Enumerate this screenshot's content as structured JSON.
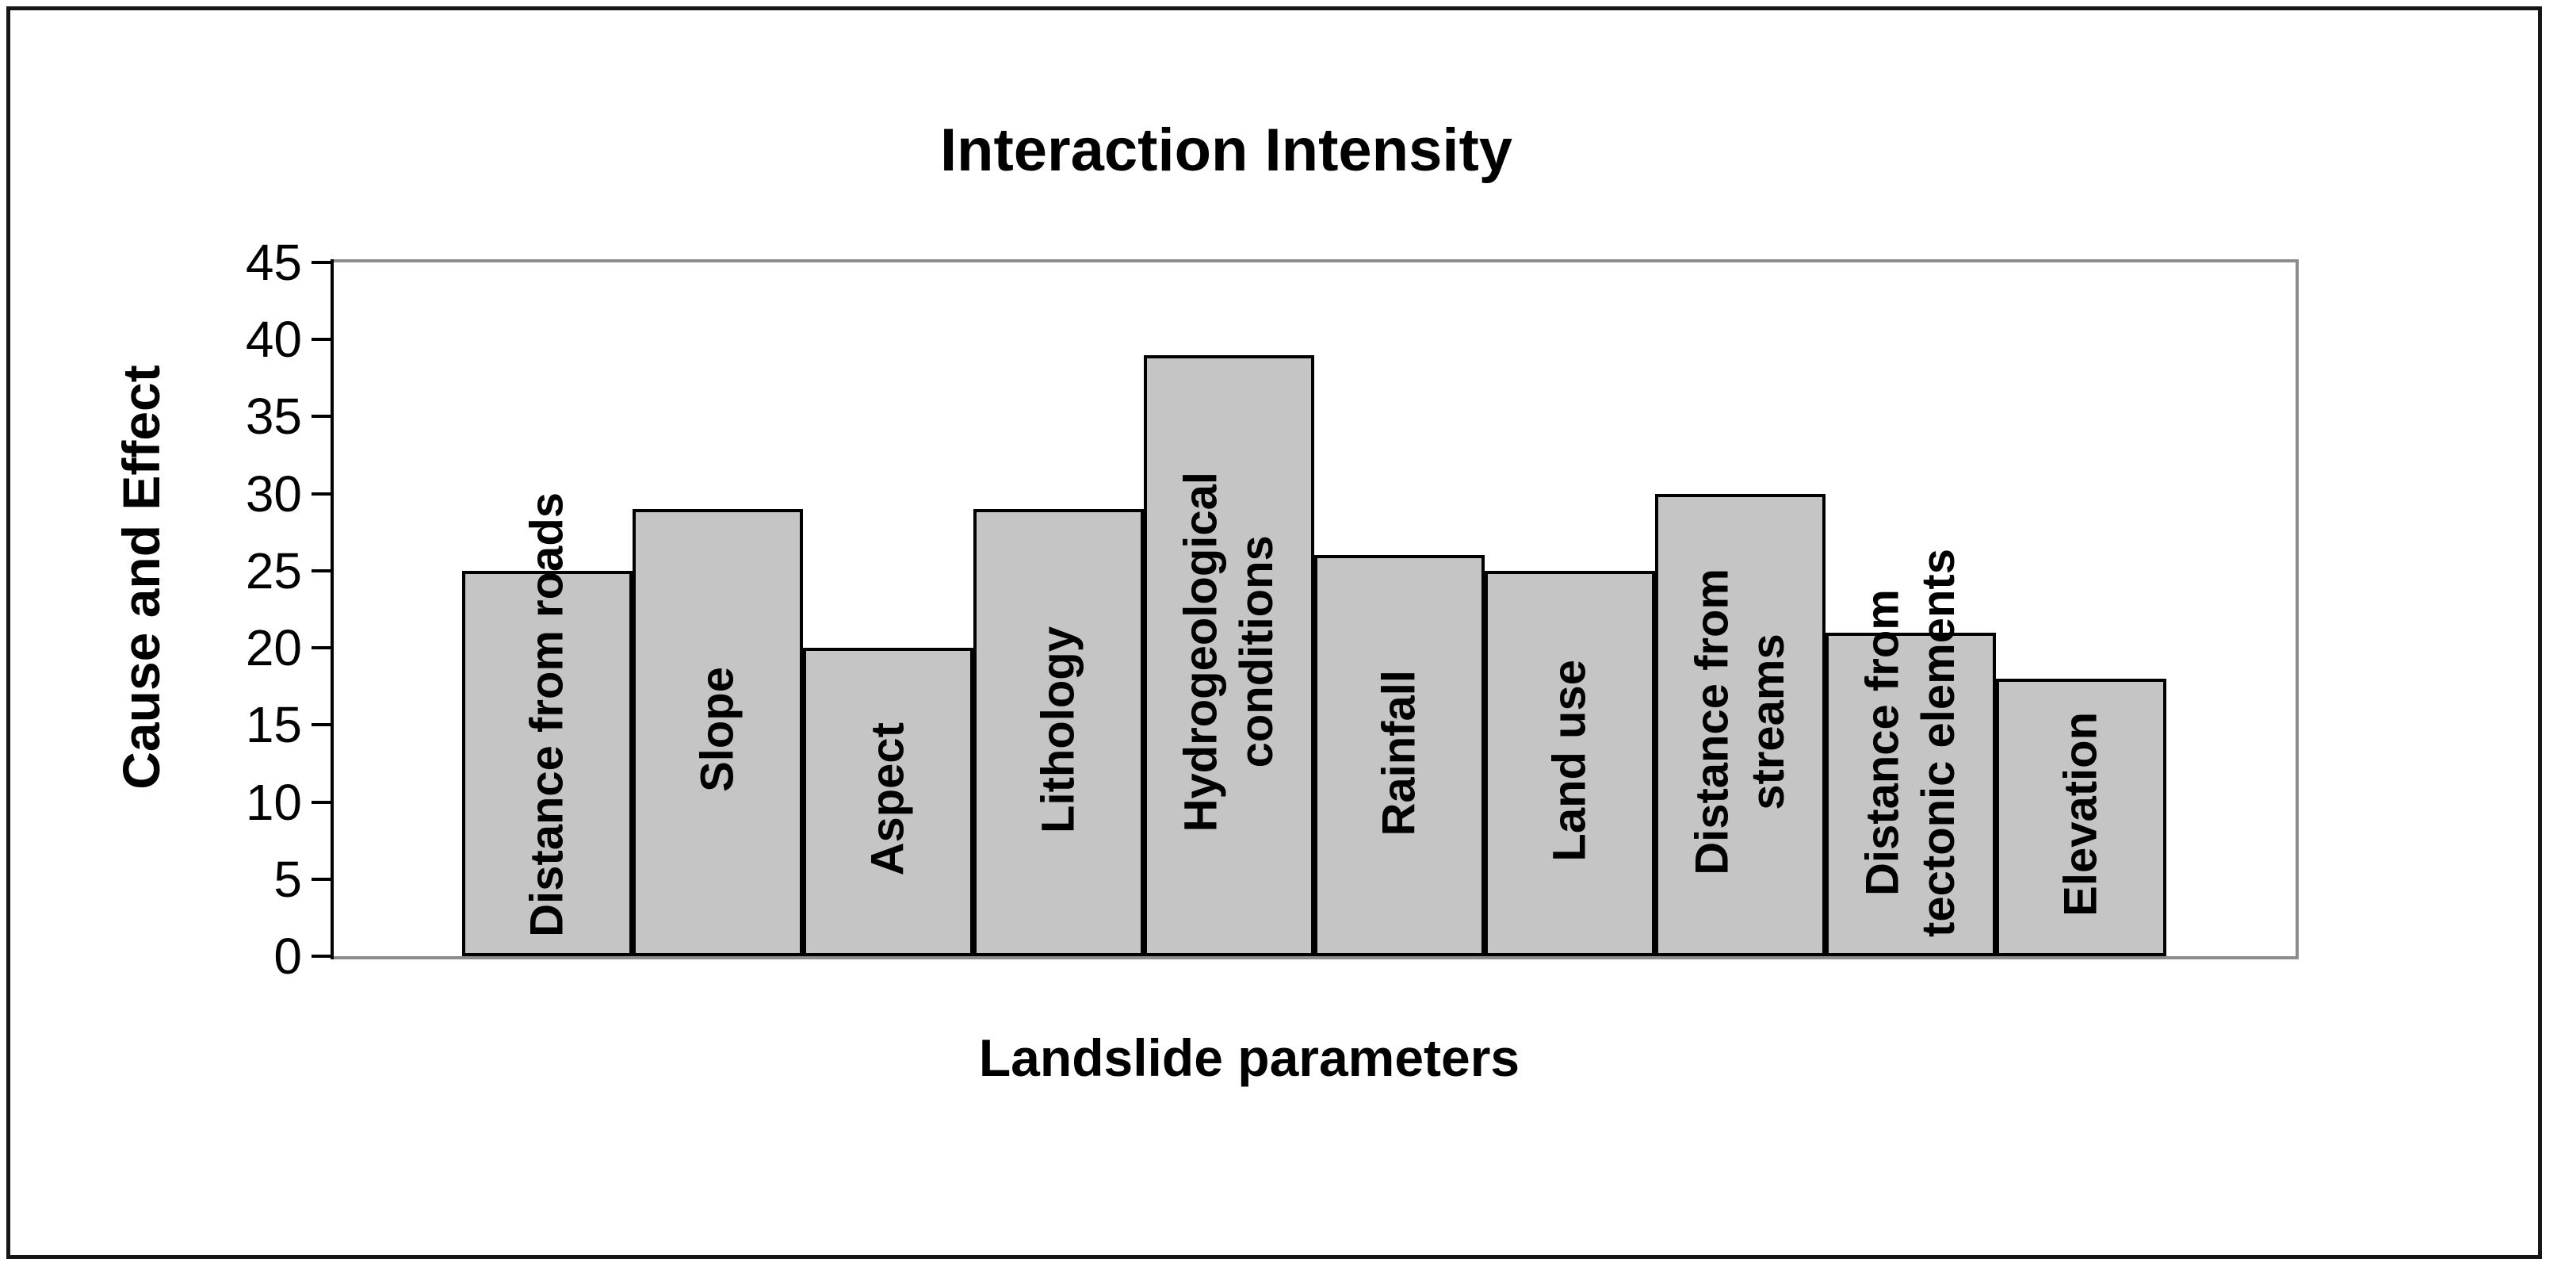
{
  "chart_data": {
    "type": "bar",
    "title": "Interaction Intensity",
    "xlabel": "Landslide parameters",
    "ylabel": "Cause and Effect",
    "categories": [
      "Distance from roads",
      "Slope",
      "Aspect",
      "Lithology",
      "Hydrogeological conditions",
      "Rainfall",
      "Land use",
      "Distance from streams",
      "Distance from tectonic elements",
      "Elevation"
    ],
    "label_lines": [
      [
        "Distance from roads"
      ],
      [
        "Slope"
      ],
      [
        "Aspect"
      ],
      [
        "Lithology"
      ],
      [
        "Hydrogeological",
        "conditions"
      ],
      [
        "Rainfall"
      ],
      [
        "Land use"
      ],
      [
        "Distance from",
        "streams"
      ],
      [
        "Distance from",
        "tectonic elements"
      ],
      [
        "Elevation"
      ]
    ],
    "values": [
      25,
      29,
      20,
      29,
      39,
      26,
      25,
      30,
      21,
      18
    ],
    "ylim": [
      0,
      45
    ],
    "yticks": [
      0,
      5,
      10,
      15,
      20,
      25,
      30,
      35,
      40,
      45
    ],
    "grid": "top gridline only at 45",
    "legend_position": "none",
    "bar_fill_color": "#c5c5c5",
    "bar_border_color": "#000000",
    "plot_border_color": "#8c8c8c",
    "axis_color": "#000000",
    "text_color": "#000000",
    "background_color": "#ffffff"
  }
}
